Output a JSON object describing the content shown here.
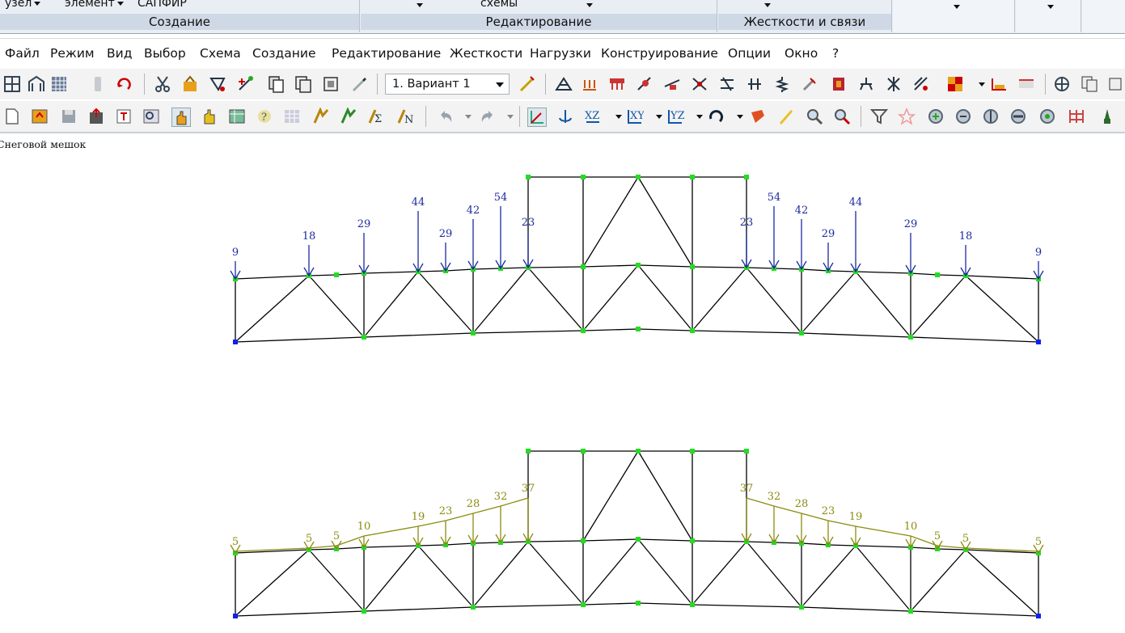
{
  "ribbon": {
    "top_left_items": [
      "узел",
      "элемент",
      "САПФИР"
    ],
    "top_mid_item": "схемы",
    "groups": [
      "Создание",
      "Редактирование",
      "Жесткости и связи"
    ]
  },
  "menu": [
    "Файл",
    "Режим",
    "Вид",
    "Выбор",
    "Схема",
    "Создание",
    "Редактирование",
    "Жесткости",
    "Нагрузки",
    "Конструирование",
    "Опции",
    "Окно",
    "?"
  ],
  "toolbar": {
    "variant_value": "1. Вариант 1"
  },
  "scheme_title": "Снеговой мешок",
  "colors": {
    "load_top": "#1c2a9e",
    "load_bottom": "#8b8b10",
    "node": "#22dd22",
    "support": "#1020ee",
    "member": "#000000"
  },
  "truss_top": {
    "load_labels_left": [
      "9",
      "18",
      "29",
      "44",
      "29",
      "42",
      "54",
      "23"
    ],
    "load_labels_right": [
      "23",
      "54",
      "42",
      "29",
      "44",
      "29",
      "18",
      "9"
    ]
  },
  "truss_bottom": {
    "load_labels_left": [
      "5",
      "5",
      "5",
      "10",
      "19",
      "23",
      "28",
      "32",
      "37"
    ],
    "load_labels_right": [
      "37",
      "32",
      "28",
      "23",
      "19",
      "10",
      "5",
      "5",
      "5"
    ]
  }
}
